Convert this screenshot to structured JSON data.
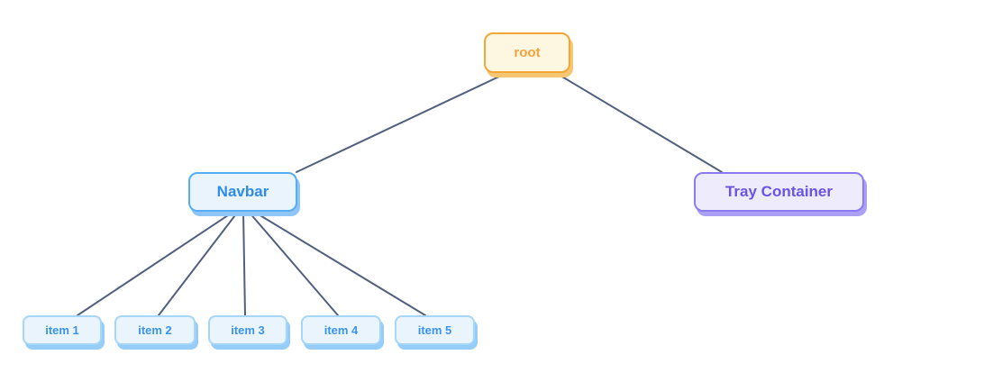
{
  "diagram": {
    "type": "tree",
    "edge_color": "#51607e",
    "shadow_offset": "3px 5px 0",
    "nodes": [
      {
        "id": "root",
        "label": "root",
        "parent": null,
        "colors": {
          "bg": "#fdf6e1",
          "border": "#f2a636",
          "text": "#f2a33c",
          "shadow": "#f7c673"
        }
      },
      {
        "id": "navbar",
        "label": "Navbar",
        "parent": "root",
        "colors": {
          "bg": "#e9f4fd",
          "border": "#58acf3",
          "text": "#2f8be8",
          "shadow": "#8fc6f7"
        }
      },
      {
        "id": "tray",
        "label": "Tray Container",
        "parent": "root",
        "colors": {
          "bg": "#edebfc",
          "border": "#8b7bf0",
          "text": "#6a53e8",
          "shadow": "#aba0f6"
        }
      },
      {
        "id": "item1",
        "label": "item 1",
        "parent": "navbar",
        "colors": {
          "bg": "#e9f4fd",
          "border": "#a6d6f8",
          "text": "#3b94e8",
          "shadow": "#96ccf8"
        }
      },
      {
        "id": "item2",
        "label": "item 2",
        "parent": "navbar",
        "colors": {
          "bg": "#e9f4fd",
          "border": "#a6d6f8",
          "text": "#3b94e8",
          "shadow": "#96ccf8"
        }
      },
      {
        "id": "item3",
        "label": "item 3",
        "parent": "navbar",
        "colors": {
          "bg": "#e9f4fd",
          "border": "#a6d6f8",
          "text": "#3b94e8",
          "shadow": "#96ccf8"
        }
      },
      {
        "id": "item4",
        "label": "item 4",
        "parent": "navbar",
        "colors": {
          "bg": "#e9f4fd",
          "border": "#a6d6f8",
          "text": "#3b94e8",
          "shadow": "#96ccf8"
        }
      },
      {
        "id": "item5",
        "label": "item 5",
        "parent": "navbar",
        "colors": {
          "bg": "#e9f4fd",
          "border": "#a6d6f8",
          "text": "#3b94e8",
          "shadow": "#96ccf8"
        }
      }
    ],
    "edges": [
      {
        "from": "root",
        "to": "navbar"
      },
      {
        "from": "root",
        "to": "tray"
      },
      {
        "from": "navbar",
        "to": "item1"
      },
      {
        "from": "navbar",
        "to": "item2"
      },
      {
        "from": "navbar",
        "to": "item3"
      },
      {
        "from": "navbar",
        "to": "item4"
      },
      {
        "from": "navbar",
        "to": "item5"
      }
    ]
  }
}
